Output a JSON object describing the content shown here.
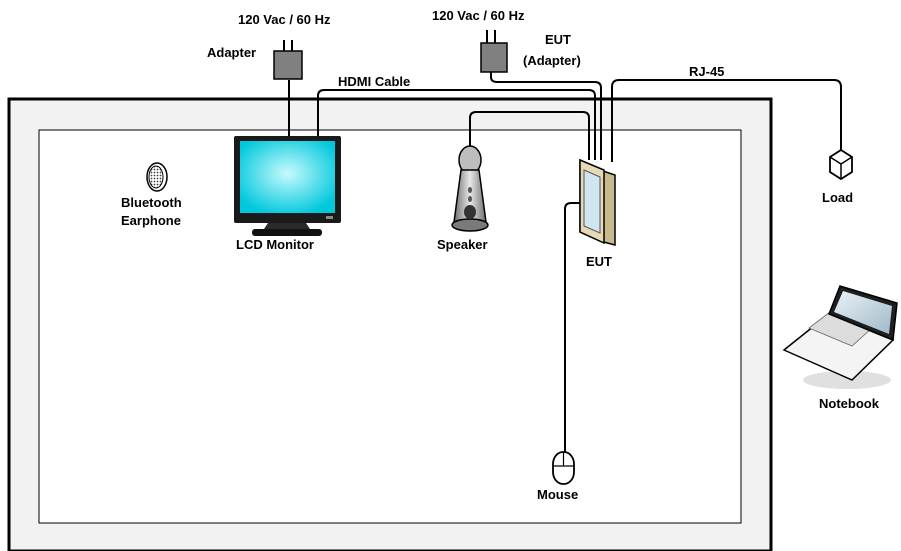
{
  "labels": {
    "power_1": "120 Vac / 60 Hz",
    "power_2": "120 Vac / 60 Hz",
    "adapter": "Adapter",
    "eut_adapter_line1": "EUT",
    "eut_adapter_line2": "(Adapter)",
    "hdmi_cable": "HDMI Cable",
    "rj45": "RJ-45",
    "bluetooth_line1": "Bluetooth",
    "bluetooth_line2": "Earphone",
    "lcd_monitor": "LCD Monitor",
    "speaker": "Speaker",
    "eut": "EUT",
    "load": "Load",
    "notebook": "Notebook",
    "mouse": "Mouse"
  },
  "colors": {
    "screen": "#00d6e8",
    "screen_highlight": "#bff7fb",
    "device_dark": "#1a1a1a",
    "adapter_gray": "#808080",
    "table_border": "#000000",
    "inner_panel": "#ffffff",
    "outer_panel": "#f2f2f2",
    "eut_body": "#e6d9b8",
    "eut_screen": "#cfe6f2",
    "speaker_gray": "#a6a6a6",
    "notebook_screen": "#c9dbe6"
  }
}
